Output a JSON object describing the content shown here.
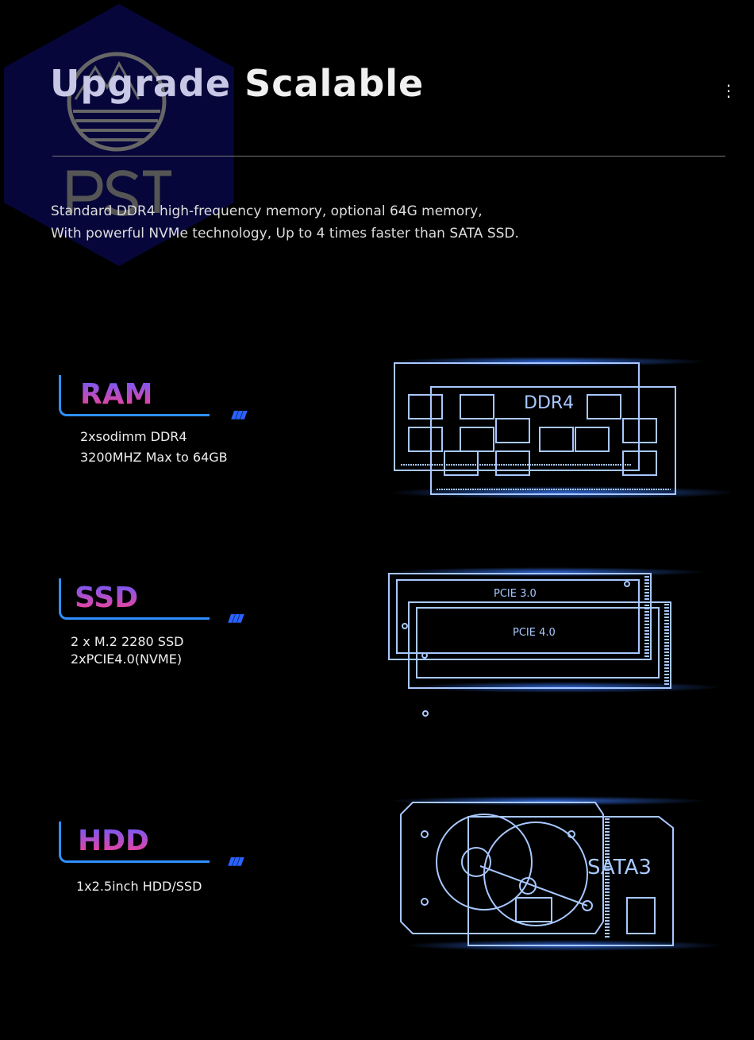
{
  "watermark": {
    "text": "PST"
  },
  "header": {
    "title_part1": "Upgrade",
    "title_part2": "Scalable",
    "menu_icon": "more-vertical-icon"
  },
  "description": [
    "Standard DDR4 high-frequency memory, optional 64G memory,",
    "With powerful NVMe technology, Up to 4 times faster than SATA SSD."
  ],
  "sections": [
    {
      "name": "RAM",
      "lines": [
        "2xsodimm DDR4",
        "3200MHZ Max to 64GB"
      ],
      "illustration_label": "DDR4"
    },
    {
      "name": "SSD",
      "lines": [
        "2 x M.2 2280 SSD",
        "2xPCIE4.0(NVME)"
      ],
      "illustration_labels": [
        "PCIE 3.0",
        "PCIE 4.0"
      ]
    },
    {
      "name": "HDD",
      "lines": [
        "1x2.5inch HDD/SSD"
      ],
      "illustration_label": "SATA3"
    }
  ],
  "colors": {
    "accent": "#2f8fff",
    "gradient_top": "#6a5cff",
    "gradient_bottom": "#ff3f8c",
    "line_art": "#a8c8ff"
  }
}
